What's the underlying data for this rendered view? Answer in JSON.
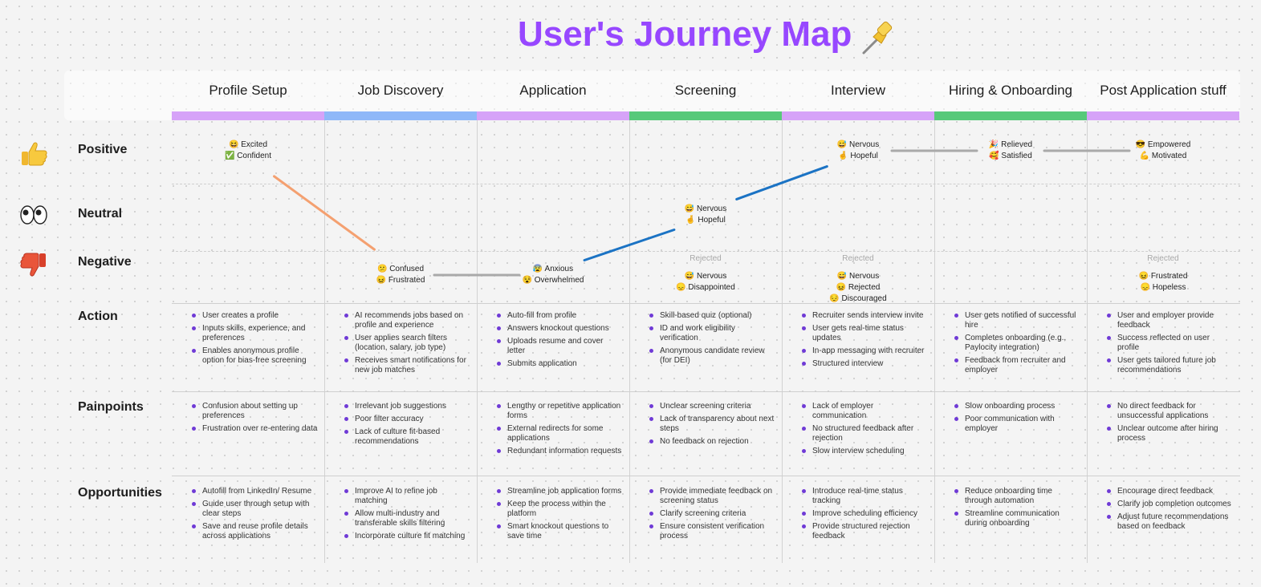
{
  "title": "User's Journey Map",
  "colors": {
    "title": "#9747ff",
    "purple": "#d6a3f8",
    "blue": "#8fb8f8",
    "green": "#57c97a",
    "orange_line": "#f4a070",
    "blue_line": "#1b73c4",
    "gray_line": "#a9a9a9",
    "bullet": "#6f3ad6"
  },
  "phases": [
    {
      "label": "Profile Setup",
      "color": "#d6a3f8"
    },
    {
      "label": "Job Discovery",
      "color": "#8fb8f8"
    },
    {
      "label": "Application",
      "color": "#d6a3f8"
    },
    {
      "label": "Screening",
      "color": "#57c97a"
    },
    {
      "label": "Interview",
      "color": "#d6a3f8"
    },
    {
      "label": "Hiring & Onboarding",
      "color": "#57c97a"
    },
    {
      "label": "Post Application stuff",
      "color": "#d6a3f8"
    }
  ],
  "rows": {
    "positive": {
      "label": "Positive",
      "icon": "thumbs-up-icon"
    },
    "neutral": {
      "label": "Neutral",
      "icon": "eyes-icon"
    },
    "negative": {
      "label": "Negative",
      "icon": "thumbs-down-icon"
    },
    "action": {
      "label": "Action"
    },
    "painpoints": {
      "label": "Painpoints"
    },
    "opportunities": {
      "label": "Opportunities"
    }
  },
  "rejected_label": "Rejected",
  "emotions": [
    {
      "phase": 0,
      "level": "positive",
      "lines": [
        "😆 Excited",
        "✅ Confident"
      ]
    },
    {
      "phase": 1,
      "level": "negative",
      "lines": [
        "😕 Confused",
        "😖 Frustrated"
      ]
    },
    {
      "phase": 2,
      "level": "negative",
      "lines": [
        "😰 Anxious",
        "😵 Overwhelmed"
      ]
    },
    {
      "phase": 3,
      "level": "neutral",
      "lines": [
        "😅 Nervous",
        "🤞 Hopeful"
      ]
    },
    {
      "phase": 3,
      "level": "negative",
      "rejected": true,
      "lines": [
        "😅 Nervous",
        "😞 Disappointed"
      ]
    },
    {
      "phase": 4,
      "level": "positive",
      "lines": [
        "😅 Nervous",
        "🤞 Hopeful"
      ]
    },
    {
      "phase": 4,
      "level": "negative",
      "rejected": true,
      "lines": [
        "😅 Nervous",
        "😖 Rejected",
        "😔 Discouraged"
      ]
    },
    {
      "phase": 5,
      "level": "positive",
      "lines": [
        "🎉 Relieved",
        "🥰 Satisfied"
      ]
    },
    {
      "phase": 6,
      "level": "positive",
      "lines": [
        "😎 Empowered",
        "💪 Motivated"
      ]
    },
    {
      "phase": 6,
      "level": "negative",
      "rejected": true,
      "lines": [
        "😖 Frustrated",
        "😞 Hopeless"
      ]
    }
  ],
  "actions": [
    [
      "User creates a profile",
      "Inputs skills, experience, and preferences",
      "Enables anonymous profile option for bias-free screening"
    ],
    [
      "AI recommends jobs based on profile and experience",
      "User applies search filters (location, salary, job type)",
      "Receives smart notifications for new job matches"
    ],
    [
      "Auto-fill from profile",
      "Answers knockout questions",
      "Uploads resume and cover letter",
      "Submits application"
    ],
    [
      "Skill-based quiz (optional)",
      "ID and work eligibility verification",
      "Anonymous candidate review (for DEI)"
    ],
    [
      "Recruiter sends interview invite",
      "User gets real-time status updates",
      "In-app messaging with recruiter",
      "Structured interview"
    ],
    [
      "User gets notified of successful hire",
      "Completes onboarding (e.g., Paylocity integration)",
      "Feedback from recruiter and employer"
    ],
    [
      "User and employer provide feedback",
      "Success reflected on user profile",
      "User gets tailored future job recommendations"
    ]
  ],
  "painpoints": [
    [
      "Confusion about setting up preferences",
      "Frustration over re-entering data"
    ],
    [
      "Irrelevant job suggestions",
      "Poor filter accuracy",
      "Lack of culture fit-based recommendations"
    ],
    [
      "Lengthy or repetitive application forms",
      "External redirects for some applications",
      "Redundant information requests"
    ],
    [
      "Unclear screening criteria",
      "Lack of transparency about next steps",
      "No feedback on rejection"
    ],
    [
      "Lack of employer communication",
      "No structured feedback after rejection",
      "Slow interview scheduling"
    ],
    [
      "Slow onboarding process",
      "Poor communication with employer"
    ],
    [
      "No direct feedback for unsuccessful applications",
      "Unclear outcome after hiring process"
    ]
  ],
  "opportunities": [
    [
      "Autofill from LinkedIn/ Resume",
      "Guide user through setup with clear steps",
      "Save and reuse profile details across applications"
    ],
    [
      "Improve AI to refine job matching",
      "Allow multi-industry and transferable skills filtering",
      "Incorporate culture fit matching"
    ],
    [
      "Streamline job application forms",
      "Keep the process within the platform",
      "Smart knockout questions to save time"
    ],
    [
      "Provide immediate feedback on screening status",
      "Clarify screening criteria",
      "Ensure consistent verification process"
    ],
    [
      "Introduce real-time status tracking",
      "Improve scheduling efficiency",
      "Provide structured rejection feedback"
    ],
    [
      "Reduce onboarding time through automation",
      "Streamline communication during onboarding"
    ],
    [
      "Encourage direct feedback",
      "Clarify job completion outcomes",
      "Adjust future recommendations based on feedback"
    ]
  ],
  "connectors": [
    {
      "from": 0,
      "to": 1,
      "color": "#f4a070"
    },
    {
      "from": 1,
      "to": 2,
      "color": "#a9a9a9"
    },
    {
      "from": 2,
      "to": 3,
      "color": "#1b73c4"
    },
    {
      "from": 3,
      "to": 5,
      "color": "#1b73c4"
    },
    {
      "from": 5,
      "to": 7,
      "color": "#a9a9a9"
    },
    {
      "from": 7,
      "to": 8,
      "color": "#a9a9a9"
    }
  ]
}
